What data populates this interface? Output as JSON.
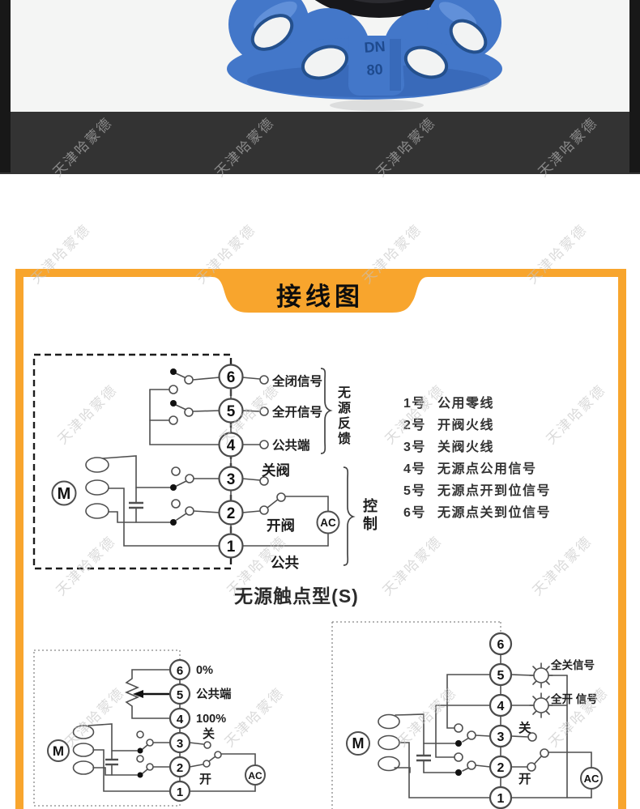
{
  "watermark": {
    "text": "天津哈蒙德"
  },
  "photo": {
    "dn": "DN",
    "size": "80"
  },
  "wiring": {
    "title": "接线图",
    "accent_color": "#F8A52D",
    "caption": "无源触点型(S)",
    "main": {
      "terminals": [
        "6",
        "5",
        "4",
        "3",
        "2",
        "1"
      ],
      "t6_label": "全闭信号",
      "t5_label": "全开信号",
      "t4_label": "公共端",
      "t3_label": "关阀",
      "t2_label": "开阀",
      "t1_label": "公共",
      "feedback_group": "无源反馈",
      "control_group": "控制",
      "motor_label": "M",
      "ac_label": "AC"
    },
    "legend": [
      {
        "num": "1号",
        "label": "公用零线"
      },
      {
        "num": "2号",
        "label": "开阀火线"
      },
      {
        "num": "3号",
        "label": "关阀火线"
      },
      {
        "num": "4号",
        "label": "无源点公用信号"
      },
      {
        "num": "5号",
        "label": "无源点开到位信号"
      },
      {
        "num": "6号",
        "label": "无源点关到位信号"
      }
    ],
    "pot": {
      "terminals": [
        "6",
        "5",
        "4",
        "3",
        "2",
        "1"
      ],
      "t6_label": "0%",
      "t5_label": "公共端",
      "t4_label": "100%",
      "t3_label": "关",
      "t2_label": "开",
      "motor_label": "M",
      "ac_label": "AC"
    },
    "lamp": {
      "terminals": [
        "6",
        "5",
        "4",
        "3",
        "2",
        "1"
      ],
      "t5_label": "全关信号",
      "t4_label": "全开 信号",
      "t3_label": "关",
      "t2_label": "开",
      "motor_label": "M",
      "ac_label": "AC"
    }
  }
}
